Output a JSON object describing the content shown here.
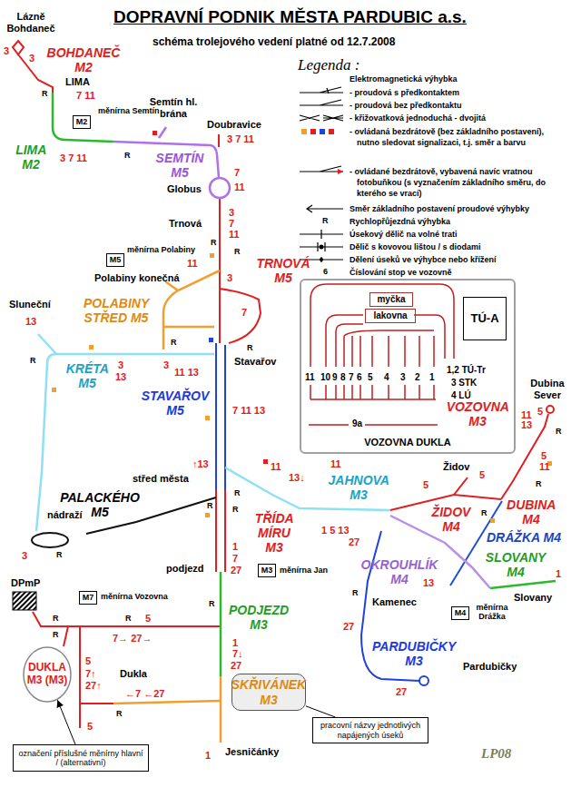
{
  "diagram": {
    "title": "DOPRAVNÍ PODNIK MĚSTA PARDUBIC a.s.",
    "nodes": [
      {
        "text": [
          "M2"
        ]
      },
      {
        "text": [
          "M5"
        ]
      },
      {
        "text": [
          "VOZOVNA DUKLA"
        ]
      },
      {
        "text": [
          "myčka"
        ],
        "in": 2
      },
      {
        "text": [
          "lakovna"
        ],
        "in": 2
      },
      {
        "text": [
          "TÚ-A"
        ],
        "in": 2
      },
      {
        "text": [
          "M3"
        ]
      },
      {
        "text": [
          "M7"
        ]
      },
      {
        "text": [
          "M4"
        ]
      },
      {
        "text": [
          "DUKLA M3 (M3)"
        ]
      },
      {
        "text": [
          "SKŘIVÁNEK M3"
        ]
      },
      {
        "text": [
          "pracovní názvy jednotlivých napájených úseků"
        ]
      },
      {
        "text": [
          "označení příslušné měnírny hlavní / (alternativní)"
        ]
      }
    ],
    "edges": [
      {
        "from": 11,
        "to": 10,
        "arrow": "none"
      },
      {
        "from": 12,
        "to": 9,
        "arrow": "to"
      }
    ],
    "labels": [
      "schéma trolejového vedení platné od 12.7.2008",
      "Legenda :",
      "Elektromagnetická výhybka",
      "Lázně Bohdaneč",
      "BOHDANEČ M2",
      "3",
      "3",
      "LIMA",
      "7 11",
      "měnírna Semtín",
      "Semtín hl. brána",
      "Doubravice",
      "3 7 11",
      "LIMA M2",
      "3 7 11",
      "SEMTÍN M5",
      "Globus",
      "7",
      "11",
      "Trnová",
      "3",
      "7",
      "11",
      "měnírna Polabiny",
      "TRNOVÁ M5",
      "Polabiny konečná",
      "11",
      "3",
      "7",
      "POLABINY STŘED M5",
      "Sluneční",
      "13",
      "Stavařov",
      "KRÉTA M5",
      "3",
      "13",
      "3",
      "11 13",
      "STAVAŘOV M5",
      "7 11 13",
      "↑13",
      "11",
      "13↓",
      "11",
      "střed města",
      "JAHNOVA M3",
      "5",
      "Židov",
      "5",
      "Dubina Sever",
      "11",
      "5",
      "13",
      "5",
      "11",
      "ŽIDOV M4",
      "DUBINA M4",
      "nádraží",
      "PALACKÉHO M5",
      "TŘÍDA MÍRU M3",
      "1 5 13",
      "27",
      "DRÁŽKA M4",
      "OKROUHLÍK M4",
      "SLOVANY M4",
      "1",
      "měnírna Jan",
      "podjezd",
      "1",
      "7",
      "27",
      "3",
      "DPmP",
      "měnírna Vozovna",
      "13",
      "Kamenec",
      "měnírna Drážka",
      "Slovany",
      "PODJEZD M3",
      "5",
      "7→ 27→",
      "1",
      "7↓",
      "27",
      "27",
      "PARDUBIČKY M3",
      "Pardubičky",
      "27",
      "5",
      "7↑",
      "27↑",
      "Dukla",
      "←7 ←27",
      "5",
      "1",
      "Jesničánky",
      "11",
      "10",
      "9",
      "8",
      "7",
      "6",
      "5",
      "4",
      "3",
      "2",
      "1",
      "1,2 TÚ-Tr",
      "3 STK",
      "4 LÚ",
      "9a",
      "VOZOVNA M3",
      "R",
      "6",
      "LP08",
      "R",
      "R",
      "R",
      "R",
      "R",
      "R",
      "R",
      "R",
      "R",
      "R",
      "R",
      "R",
      "R",
      "R",
      "R",
      "R",
      "R",
      "R",
      "R",
      "R"
    ],
    "legend": [
      {
        "text": "- proudová s předkontaktem"
      },
      {
        "text": "- proudová bez předkontaktu"
      },
      {
        "text": "- křižovatková jednoduchá - dvojitá"
      },
      {
        "text": "- ovládaná bezdrátově (bez základního postavení), nutno sledovat signalizaci, t.j. směr a barvu"
      },
      {
        "text": "- ovládané bezdrátově, vybavená navíc vratnou fotobuňkou (s vyznačením základního směru, do kterého se vrací)"
      },
      {
        "text": "Směr základního postavení proudové výhybky"
      },
      {
        "text": "Rychlopřůjezdná výhybka"
      },
      {
        "text": "Úsekový dělič na volné trati"
      },
      {
        "text": "Dělič s kovovou lištou / s diodami"
      },
      {
        "text": "Dělení úseků ve výhybce nebo křížení"
      },
      {
        "text": "Číslování stop ve vozovně"
      }
    ]
  }
}
